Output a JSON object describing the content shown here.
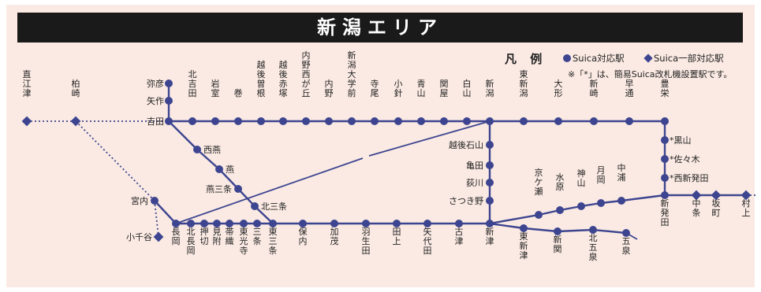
{
  "title": "新潟エリア",
  "legend": {
    "title": "凡 例",
    "full_label": "Suica対応駅",
    "partial_label": "Suica一部対応駅",
    "note": "※「*」は、簡易Suica改札機設置駅です。"
  },
  "colors": {
    "line": "#3d4590",
    "panel": "#fbeae3",
    "title_bg": "#1a1a1a"
  },
  "stations": [
    {
      "id": "naoetsu",
      "name": "直江津",
      "type": "partial",
      "simple": false
    },
    {
      "id": "kashiwazaki",
      "name": "柏崎",
      "type": "partial",
      "simple": false
    },
    {
      "id": "yahiko",
      "name": "弥彦",
      "type": "full",
      "simple": false
    },
    {
      "id": "yasaku",
      "name": "矢作",
      "type": "full",
      "simple": false
    },
    {
      "id": "yoshida",
      "name": "吉田",
      "type": "full",
      "simple": false
    },
    {
      "id": "kitayoshida",
      "name": "北吉田",
      "type": "full",
      "simple": false
    },
    {
      "id": "iwamuro",
      "name": "岩室",
      "type": "full",
      "simple": false
    },
    {
      "id": "maki",
      "name": "巻",
      "type": "full",
      "simple": false
    },
    {
      "id": "echigosone",
      "name": "越後曽根",
      "type": "full",
      "simple": false
    },
    {
      "id": "echigoakatsuka",
      "name": "越後赤塚",
      "type": "full",
      "simple": false
    },
    {
      "id": "uchinonishigaoka",
      "name": "内野西が丘",
      "type": "full",
      "simple": false
    },
    {
      "id": "uchino",
      "name": "内野",
      "type": "full",
      "simple": false
    },
    {
      "id": "niigatadaigakumae",
      "name": "新潟大学前",
      "type": "full",
      "simple": false
    },
    {
      "id": "terao",
      "name": "寺尾",
      "type": "full",
      "simple": false
    },
    {
      "id": "kobari",
      "name": "小針",
      "type": "full",
      "simple": false
    },
    {
      "id": "aoyama",
      "name": "青山",
      "type": "full",
      "simple": false
    },
    {
      "id": "sekiya",
      "name": "関屋",
      "type": "full",
      "simple": false
    },
    {
      "id": "hakusan",
      "name": "白山",
      "type": "full",
      "simple": false
    },
    {
      "id": "niigata",
      "name": "新潟",
      "type": "full",
      "simple": false
    },
    {
      "id": "higashiniigata",
      "name": "東新潟",
      "type": "full",
      "simple": false
    },
    {
      "id": "ogata",
      "name": "大形",
      "type": "full",
      "simple": false
    },
    {
      "id": "niizaki",
      "name": "新崎",
      "type": "full",
      "simple": false
    },
    {
      "id": "hayadori",
      "name": "早通",
      "type": "full",
      "simple": false
    },
    {
      "id": "toyosaka",
      "name": "豊栄",
      "type": "full",
      "simple": false
    },
    {
      "id": "kuroyama",
      "name": "黒山",
      "type": "full",
      "simple": true
    },
    {
      "id": "sasaki",
      "name": "佐々木",
      "type": "full",
      "simple": true
    },
    {
      "id": "nishishibata",
      "name": "西新発田",
      "type": "full",
      "simple": true
    },
    {
      "id": "shibata",
      "name": "新発田",
      "type": "full",
      "simple": false
    },
    {
      "id": "nakajo",
      "name": "中条",
      "type": "partial",
      "simple": false
    },
    {
      "id": "sakamachi",
      "name": "坂町",
      "type": "partial",
      "simple": false
    },
    {
      "id": "murakami",
      "name": "村上",
      "type": "partial",
      "simple": false
    },
    {
      "id": "nishitsubame",
      "name": "西燕",
      "type": "full",
      "simple": false
    },
    {
      "id": "tsubame",
      "name": "燕",
      "type": "full",
      "simple": false
    },
    {
      "id": "tsubamesanjo",
      "name": "燕三条",
      "type": "full",
      "simple": false
    },
    {
      "id": "kitasanjo",
      "name": "北三条",
      "type": "full",
      "simple": false
    },
    {
      "id": "miyauchi",
      "name": "宮内",
      "type": "full",
      "simple": false
    },
    {
      "id": "ojiya",
      "name": "小千谷",
      "type": "partial",
      "simple": false
    },
    {
      "id": "nagaoka",
      "name": "長岡",
      "type": "full",
      "simple": false
    },
    {
      "id": "kitanagaoka",
      "name": "北長岡",
      "type": "full",
      "simple": false
    },
    {
      "id": "oshikiri",
      "name": "押切",
      "type": "full",
      "simple": false
    },
    {
      "id": "mitsuke",
      "name": "見附",
      "type": "full",
      "simple": false
    },
    {
      "id": "obiori",
      "name": "帯織",
      "type": "full",
      "simple": false
    },
    {
      "id": "higashihikarinji",
      "name": "東光寺",
      "type": "full",
      "simple": false
    },
    {
      "id": "sanjo",
      "name": "三条",
      "type": "full",
      "simple": false
    },
    {
      "id": "higashisanjo",
      "name": "東三条",
      "type": "full",
      "simple": false
    },
    {
      "id": "honai",
      "name": "保内",
      "type": "full",
      "simple": false
    },
    {
      "id": "kamo",
      "name": "加茂",
      "type": "full",
      "simple": false
    },
    {
      "id": "hanyuda",
      "name": "羽生田",
      "type": "full",
      "simple": false
    },
    {
      "id": "tagami",
      "name": "田上",
      "type": "full",
      "simple": false
    },
    {
      "id": "yashiroda",
      "name": "矢代田",
      "type": "full",
      "simple": false
    },
    {
      "id": "furutsu",
      "name": "古津",
      "type": "full",
      "simple": false
    },
    {
      "id": "niitsu",
      "name": "新津",
      "type": "full",
      "simple": false
    },
    {
      "id": "echigoishiyama",
      "name": "越後石山",
      "type": "full",
      "simple": false
    },
    {
      "id": "kameda",
      "name": "亀田",
      "type": "full",
      "simple": false
    },
    {
      "id": "ogikawa",
      "name": "荻川",
      "type": "full",
      "simple": false
    },
    {
      "id": "satsukino",
      "name": "さつき野",
      "type": "full",
      "simple": false
    },
    {
      "id": "kyogase",
      "name": "京ケ瀬",
      "type": "full",
      "simple": false
    },
    {
      "id": "suibara",
      "name": "水原",
      "type": "full",
      "simple": false
    },
    {
      "id": "jinyama",
      "name": "神山",
      "type": "full",
      "simple": false
    },
    {
      "id": "tsukioka",
      "name": "月岡",
      "type": "full",
      "simple": false
    },
    {
      "id": "nakaura",
      "name": "中浦",
      "type": "full",
      "simple": false
    },
    {
      "id": "higashiniitsu",
      "name": "東新津",
      "type": "full",
      "simple": false
    },
    {
      "id": "niizeki",
      "name": "新関",
      "type": "full",
      "simple": false
    },
    {
      "id": "kitagosen",
      "name": "北五泉",
      "type": "full",
      "simple": false
    },
    {
      "id": "gosen",
      "name": "五泉",
      "type": "full",
      "simple": false
    }
  ]
}
